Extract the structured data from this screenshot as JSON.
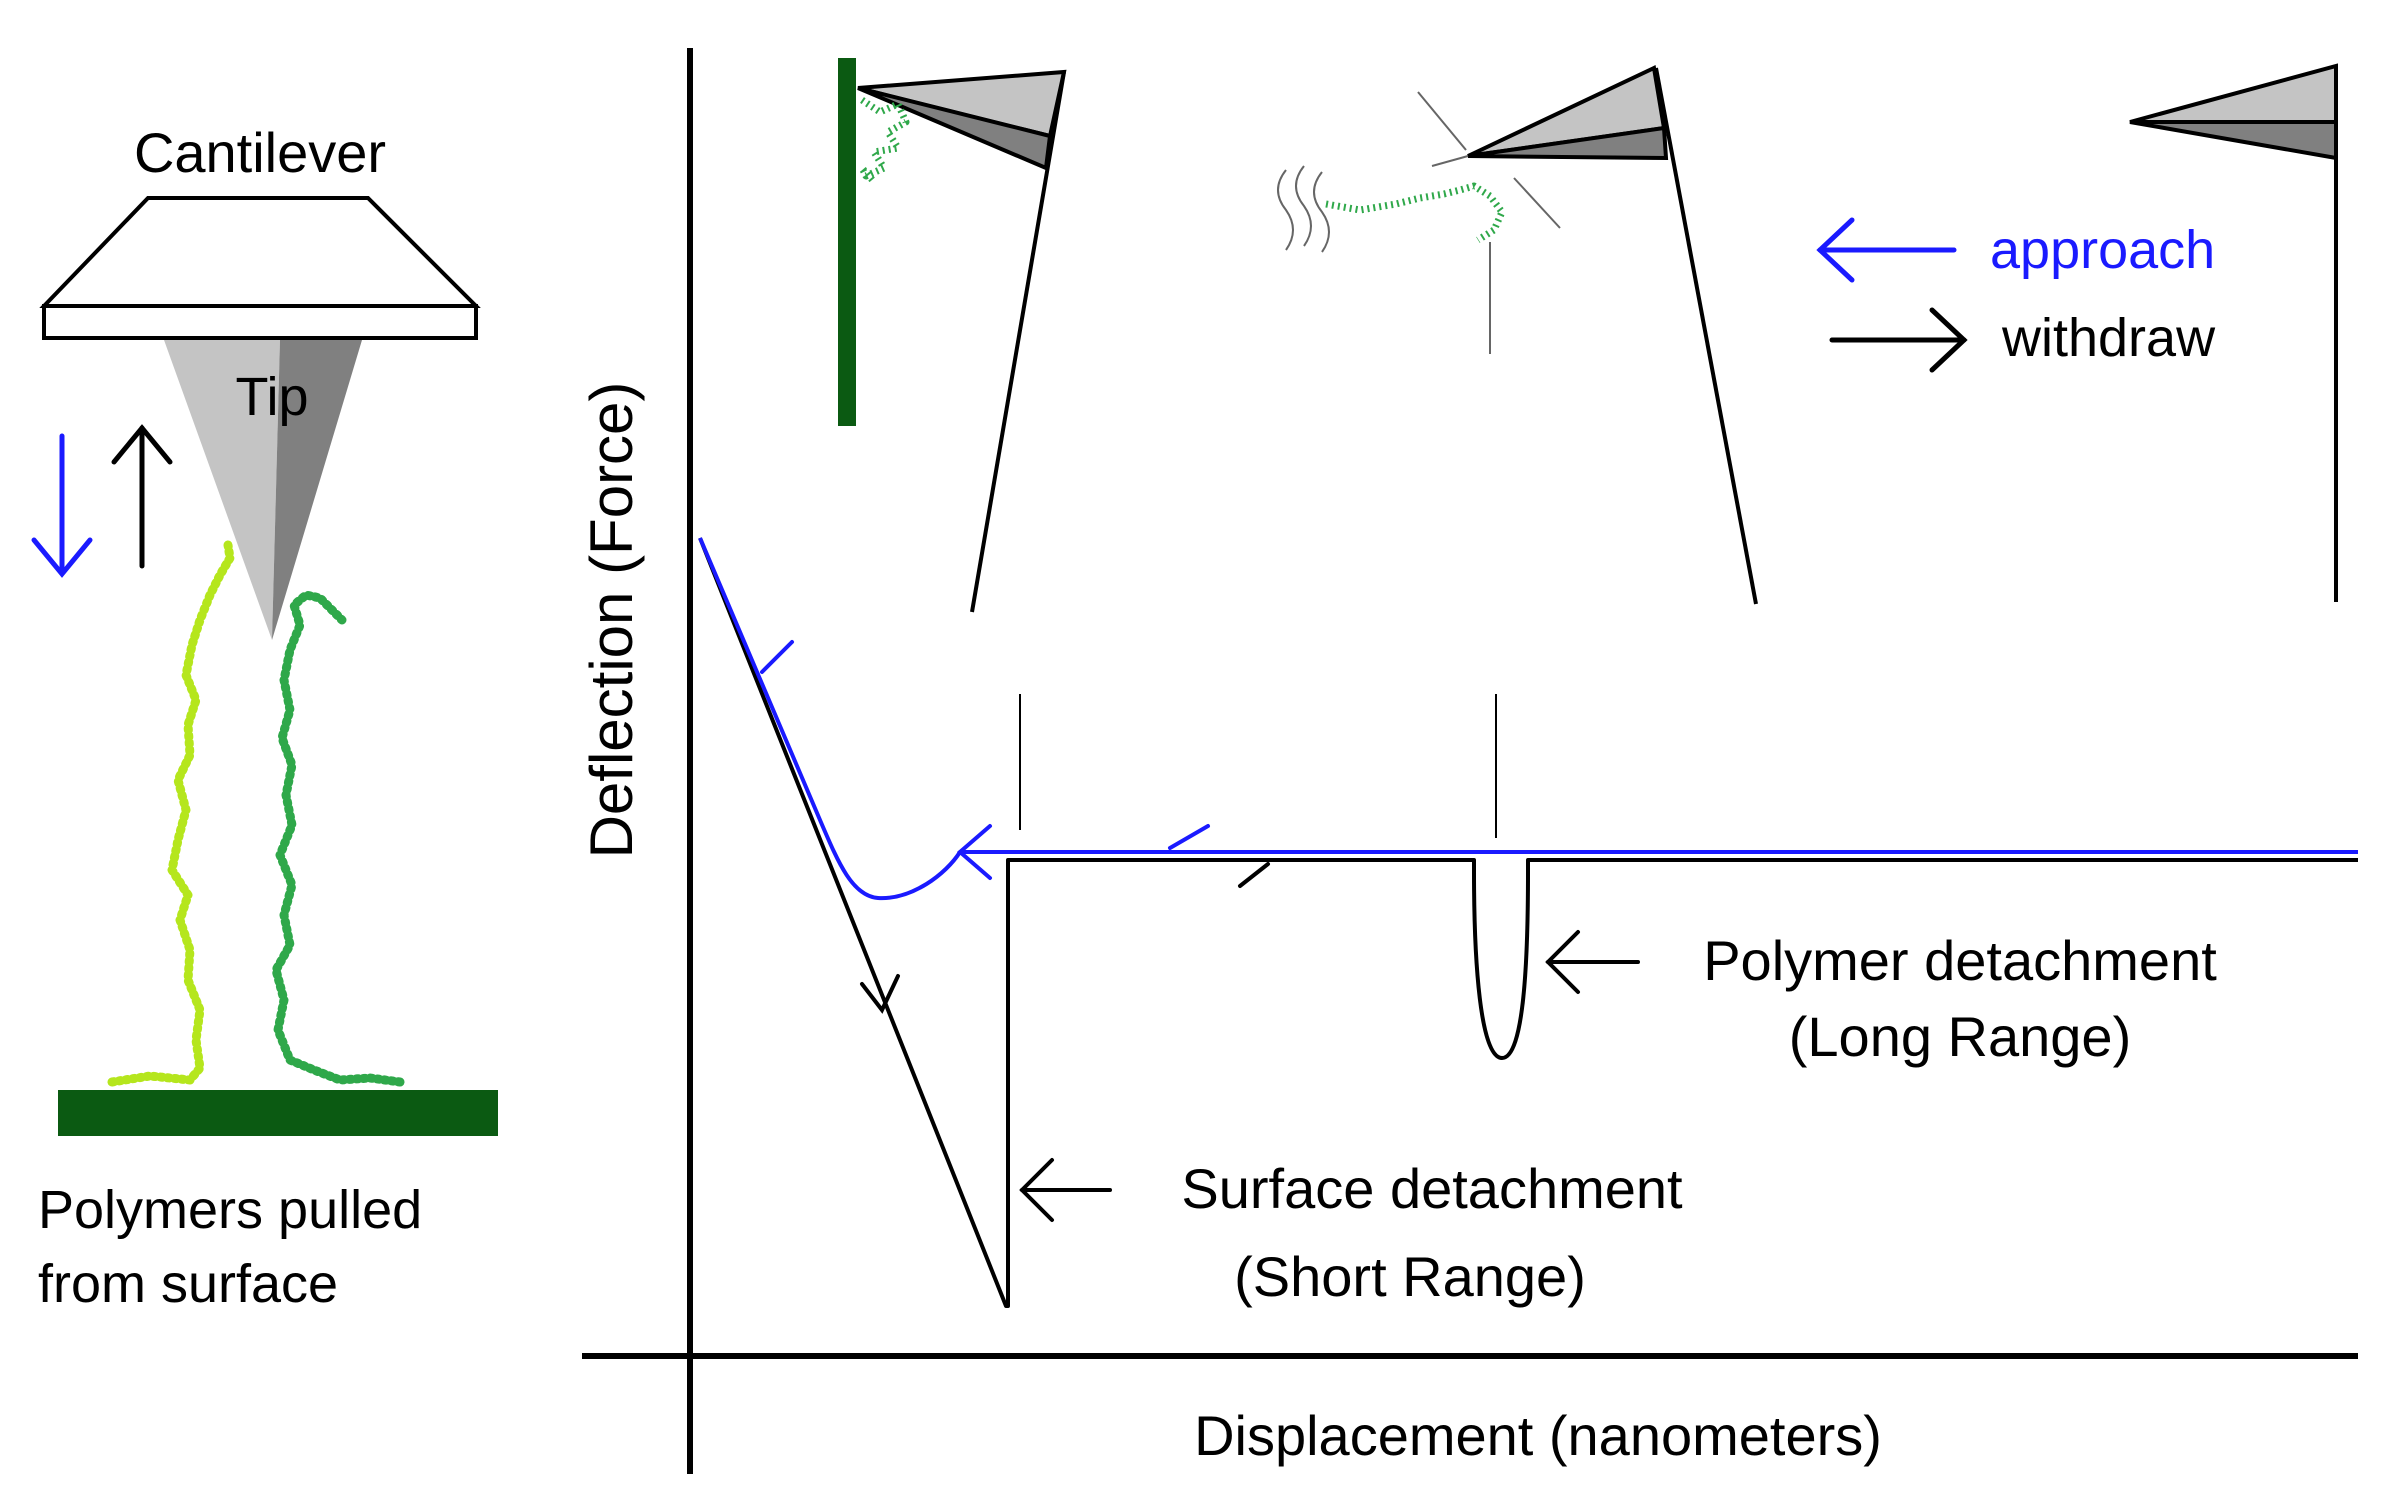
{
  "left_panel": {
    "cantilever_label": "Cantilever",
    "tip_label": "Tip",
    "caption_line1": "Polymers pulled",
    "caption_line2": "from surface"
  },
  "legend": {
    "approach_label": "approach",
    "withdraw_label": "withdraw"
  },
  "plot": {
    "y_axis_label": "Deflection (Force)",
    "x_axis_label": "Displacement (nanometers)",
    "polymer_annotation_line1": "Polymer detachment",
    "polymer_annotation_line2": "(Long Range)",
    "surface_annotation_line1": "Surface detachment",
    "surface_annotation_line2": "(Short Range)"
  },
  "colors": {
    "approach": "#1a1aff",
    "withdraw": "#000000",
    "surface": "#0b5a12",
    "polymer_light": "#b5e61d",
    "polymer_dark": "#2fa84a",
    "tip_light": "#c4c4c4",
    "tip_dark": "#808080"
  }
}
